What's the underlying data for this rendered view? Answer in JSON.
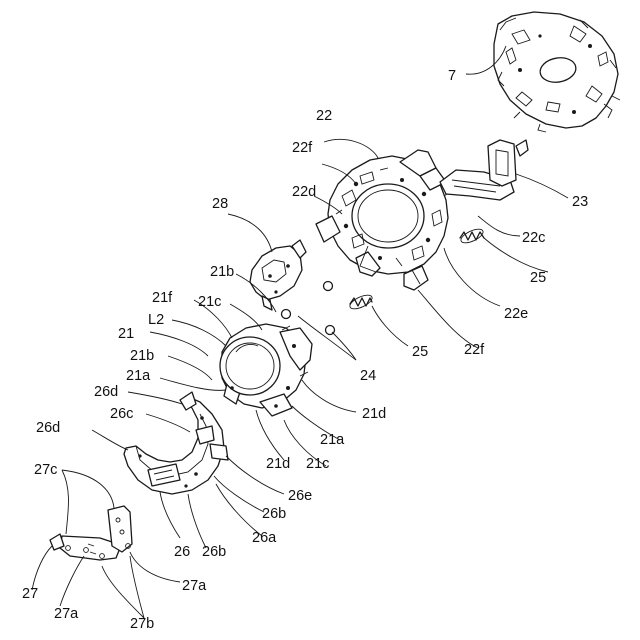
{
  "labels": {
    "l7": "7",
    "l22": "22",
    "l22f_top": "22f",
    "l22d": "22d",
    "l28": "28",
    "l23": "23",
    "l22c": "22c",
    "l25_right": "25",
    "l21b_top": "21b",
    "l22e": "22e",
    "l21f": "21f",
    "l21c_top": "21c",
    "lL2": "L2",
    "l21": "21",
    "l25_mid": "25",
    "l22f_bottom": "22f",
    "l21b_mid": "21b",
    "l24": "24",
    "l21a_left": "21a",
    "l26d_top": "26d",
    "l21d_right": "21d",
    "l26c": "26c",
    "l21a_right": "21a",
    "l26d_left": "26d",
    "l21d_bottom": "21d",
    "l21c_bottom": "21c",
    "l26e": "26e",
    "l27c": "27c",
    "l26b_right": "26b",
    "l26a": "26a",
    "l26": "26",
    "l26b_bottom": "26b",
    "l27a_right": "27a",
    "l27": "27",
    "l27a_bottom": "27a",
    "l27b": "27b"
  }
}
